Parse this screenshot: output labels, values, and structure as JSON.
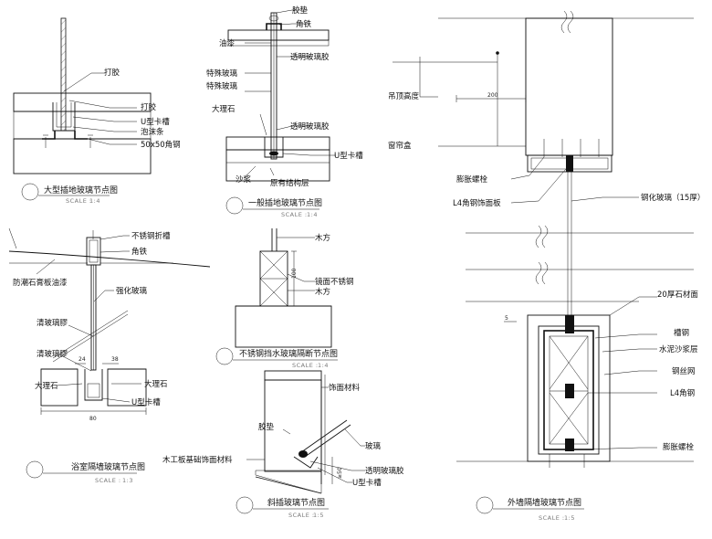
{
  "drawing": {
    "scale_prefix": "SCALE :",
    "details": [
      {
        "title": "大型插地玻璃节点图",
        "scale": "1:4",
        "labels": [
          "打胶",
          "打胶",
          "U型卡槽",
          "泡沫条",
          "50x50角钢"
        ]
      },
      {
        "title": "一般插地玻璃节点图",
        "scale": "1:4",
        "labels": [
          "胶垫",
          "角铁",
          "油漆",
          "透明玻璃胶",
          "特殊玻璃",
          "特殊玻璃",
          "大理石",
          "透明玻璃胶",
          "U型卡槽",
          "沙浆",
          "原有结构层"
        ]
      },
      {
        "title": "浴室隔墙玻璃节点图",
        "scale": "1:3",
        "labels": [
          "不锈钢折槽",
          "角铁",
          "防潮石膏板油漆",
          "强化玻璃",
          "清玻璃膠",
          "清玻璃膠",
          "大理石",
          "大理石",
          "U型卡槽"
        ],
        "dims": [
          "24",
          "38",
          "80"
        ]
      },
      {
        "title": "不锈钢挡水玻璃隔断节点图",
        "scale": "1:4",
        "labels": [
          "木方",
          "镜面不锈钢",
          "木方"
        ],
        "dims": [
          "100"
        ]
      },
      {
        "title": "斜插玻璃节点图",
        "scale": "1:5",
        "labels": [
          "饰面材料",
          "胶垫",
          "玻璃",
          "木工板基础饰面材料",
          "透明玻璃胶",
          "U型卡槽"
        ],
        "dims": [
          "≥50"
        ]
      },
      {
        "title": "外墙隔墙玻璃节点图",
        "scale": "1:5",
        "labels": [
          "吊顶高度",
          "窗帘盒",
          "膨胀螺栓",
          "L4角钢饰面板",
          "钢化玻璃（15厚）",
          "20厚石材面",
          "槽钢",
          "水泥沙浆层",
          "钢丝网",
          "L4角钢",
          "膨胀螺栓"
        ],
        "dims": [
          "200",
          "5"
        ]
      }
    ]
  }
}
